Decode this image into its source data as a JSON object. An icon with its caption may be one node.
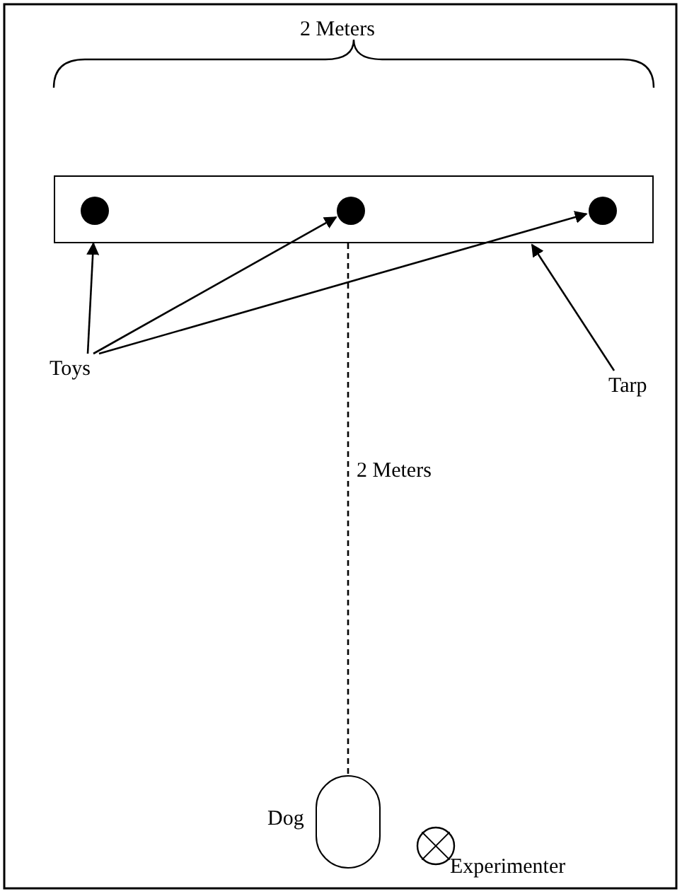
{
  "diagram": {
    "nodes": [
      {
        "text": [],
        "shape": "box"
      },
      {
        "text": [],
        "shape": "circle",
        "in": 0
      },
      {
        "text": [],
        "shape": "circle",
        "in": 0
      },
      {
        "text": [],
        "shape": "circle",
        "in": 0
      },
      {
        "text": [
          "Toys"
        ]
      },
      {
        "text": [
          "Tarp"
        ]
      },
      {
        "text": [],
        "shape": "capsule",
        "beside": [
          "Dog"
        ]
      },
      {
        "text": [],
        "shape": "circle",
        "beside": [
          "Experimenter"
        ]
      }
    ],
    "edges": [
      {
        "from": 4,
        "to": 1,
        "arrow": "to"
      },
      {
        "from": 4,
        "to": 2,
        "arrow": "to"
      },
      {
        "from": 4,
        "to": 3,
        "arrow": "to"
      },
      {
        "from": 5,
        "to": 0,
        "arrow": "to"
      },
      {
        "from": 0,
        "to": 6,
        "arrow": "none",
        "style": "dashed",
        "label": "2 Meters"
      }
    ],
    "labels": [
      "2 Meters"
    ]
  }
}
